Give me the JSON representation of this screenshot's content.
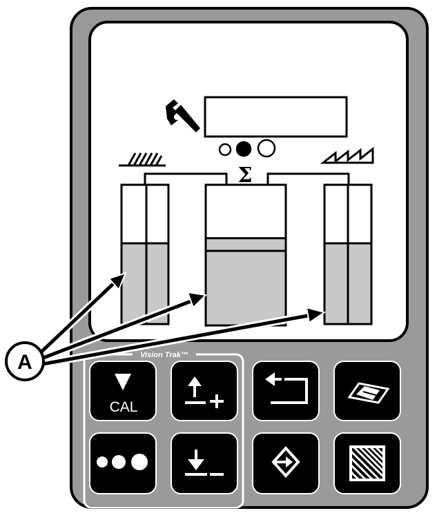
{
  "diagram": {
    "callout_label": "A",
    "brand_label": "Vision Trak™",
    "display": {
      "left_bar_level": 0.58,
      "center_bar_level": 0.53,
      "center_bar_marker": 0.62,
      "right_bar_level": 0.58,
      "indicator_lights": [
        "off",
        "on",
        "off"
      ],
      "center_symbol": "Σ",
      "left_icon": "hatched-ground-icon",
      "right_icon": "sawtooth-icon",
      "wrench_icon": "wrench-icon"
    },
    "keypad": {
      "cal_button": {
        "icon": "triangle-down-icon",
        "label": "CAL"
      },
      "up_plus_button": {
        "icon": "up-arrow-plus-icon"
      },
      "return_button": {
        "icon": "return-arrow-icon"
      },
      "erase_button": {
        "icon": "eraser-icon"
      },
      "dots_button": {
        "icon": "three-dots-icon"
      },
      "down_minus_button": {
        "icon": "down-arrow-minus-icon"
      },
      "enter_button": {
        "icon": "diamond-enter-icon"
      },
      "hatch_button": {
        "icon": "hatched-square-icon"
      }
    },
    "colors": {
      "panel": "#9a9a9a",
      "screen": "#ffffff",
      "bar_fill": "#c8c8c8",
      "key": "#000000",
      "outline": "#000000"
    }
  }
}
